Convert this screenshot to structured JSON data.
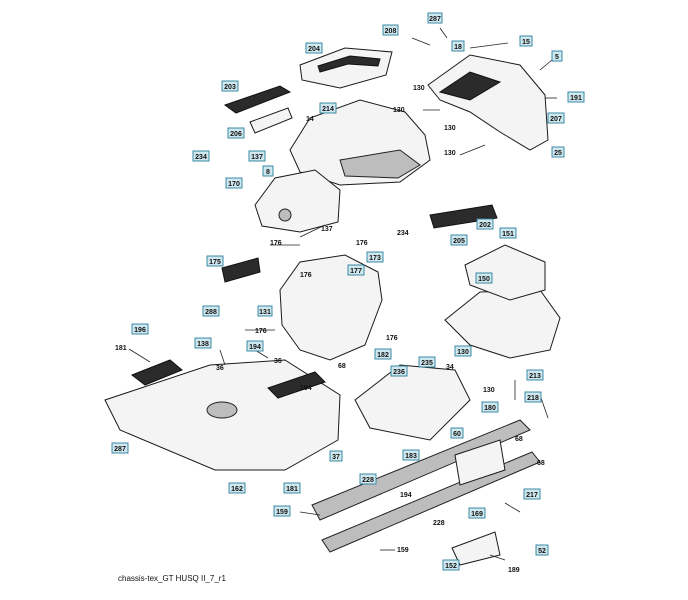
{
  "caption": "chassis-tex_GT HUSQ II_7_r1",
  "accent_color": "#2a7f9a",
  "label_fill": "#cfe7ee",
  "callouts": {
    "c287": "287",
    "c208": "208",
    "c18": "18",
    "c15": "15",
    "c5": "5",
    "c204": "204",
    "c203": "203",
    "c214": "214",
    "c191": "191",
    "c207": "207",
    "c206": "206",
    "c234": "234",
    "c137": "137",
    "c8": "8",
    "c170": "170",
    "c25": "25",
    "c202": "202",
    "c205": "205",
    "c151": "151",
    "c173": "173",
    "c175": "175",
    "c177": "177",
    "c150": "150",
    "c288": "288",
    "c131": "131",
    "c196": "196",
    "c138": "138",
    "c194": "194",
    "c130a": "130",
    "c182": "182",
    "c235": "235",
    "c236": "236",
    "c213": "213",
    "c218": "218",
    "c180": "180",
    "c60": "60",
    "c183": "183",
    "c287b": "287",
    "c37": "37",
    "c228": "228",
    "c162": "162",
    "c181": "181",
    "c159": "159",
    "c169": "169",
    "c217": "217",
    "c52": "52",
    "c152": "152"
  },
  "plain_labels": {
    "p130a": "130",
    "p130b": "130",
    "p130c": "130",
    "p130d": "130",
    "p14": "14",
    "p137": "137",
    "p234": "234",
    "p176a": "176",
    "p176b": "176",
    "p176c": "176",
    "p176d": "176",
    "p176e": "176",
    "p181": "181",
    "p36a": "36",
    "p36b": "36",
    "p194a": "194",
    "p68a": "68",
    "p34": "34",
    "p130e": "130",
    "p68b": "68",
    "p68c": "68",
    "p194b": "194",
    "p228": "228",
    "p159": "159",
    "p189": "189"
  }
}
